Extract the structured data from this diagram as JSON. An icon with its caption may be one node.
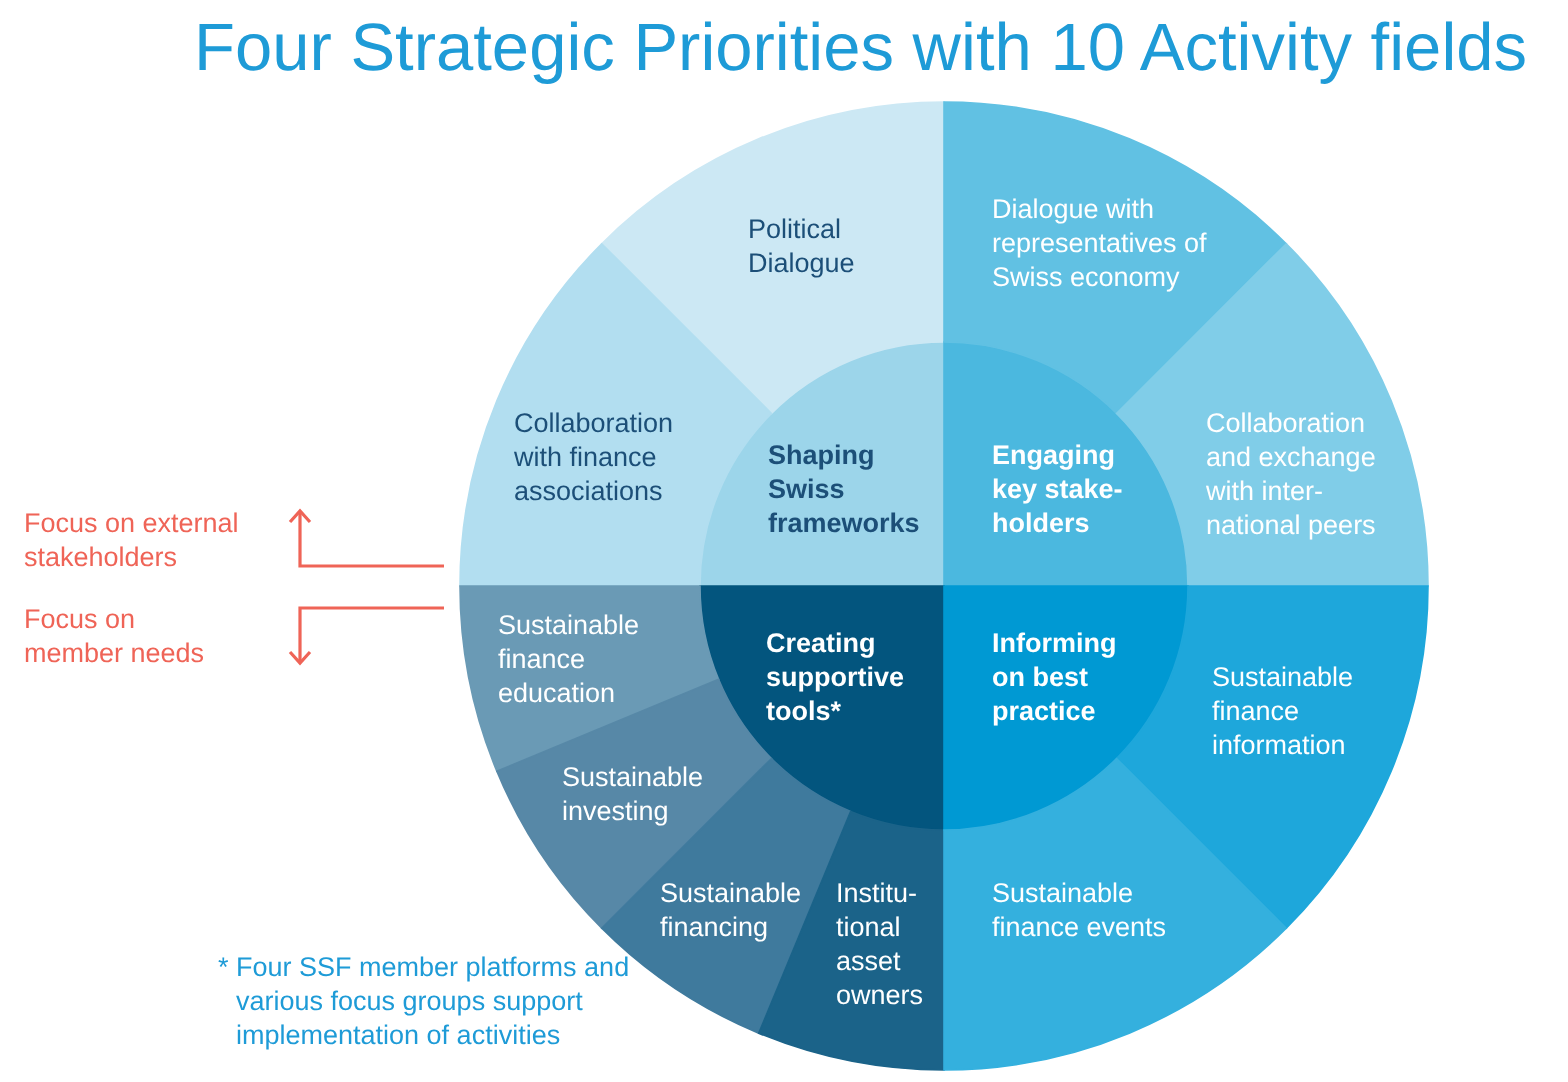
{
  "diagram": {
    "title": "Four Strategic Priorities with 10 Activity fields",
    "nodes": [
      {
        "text": [
          "Shaping Swiss frameworks"
        ]
      },
      {
        "text": [
          "Political Dialogue"
        ]
      },
      {
        "text": [
          "Collaboration with finance associations"
        ]
      },
      {
        "text": [
          "Engaging key stake-holders"
        ]
      },
      {
        "text": [
          "Dialogue with representatives of Swiss economy"
        ]
      },
      {
        "text": [
          "Collaboration and exchange with inter-national peers"
        ]
      },
      {
        "text": [
          "Creating supportive tools*"
        ]
      },
      {
        "text": [
          "Sustainable finance education"
        ]
      },
      {
        "text": [
          "Sustainable investing"
        ]
      },
      {
        "text": [
          "Sustainable financing"
        ]
      },
      {
        "text": [
          "Institu-tional asset owners"
        ]
      },
      {
        "text": [
          "Informing on best practice"
        ]
      },
      {
        "text": [
          "Sustainable finance information"
        ]
      },
      {
        "text": [
          "Sustainable finance events"
        ]
      }
    ],
    "labels": [
      "Focus on external stakeholders",
      "Focus on member needs",
      "* Four SSF member platforms and various focus groups support implementation of activities"
    ]
  }
}
